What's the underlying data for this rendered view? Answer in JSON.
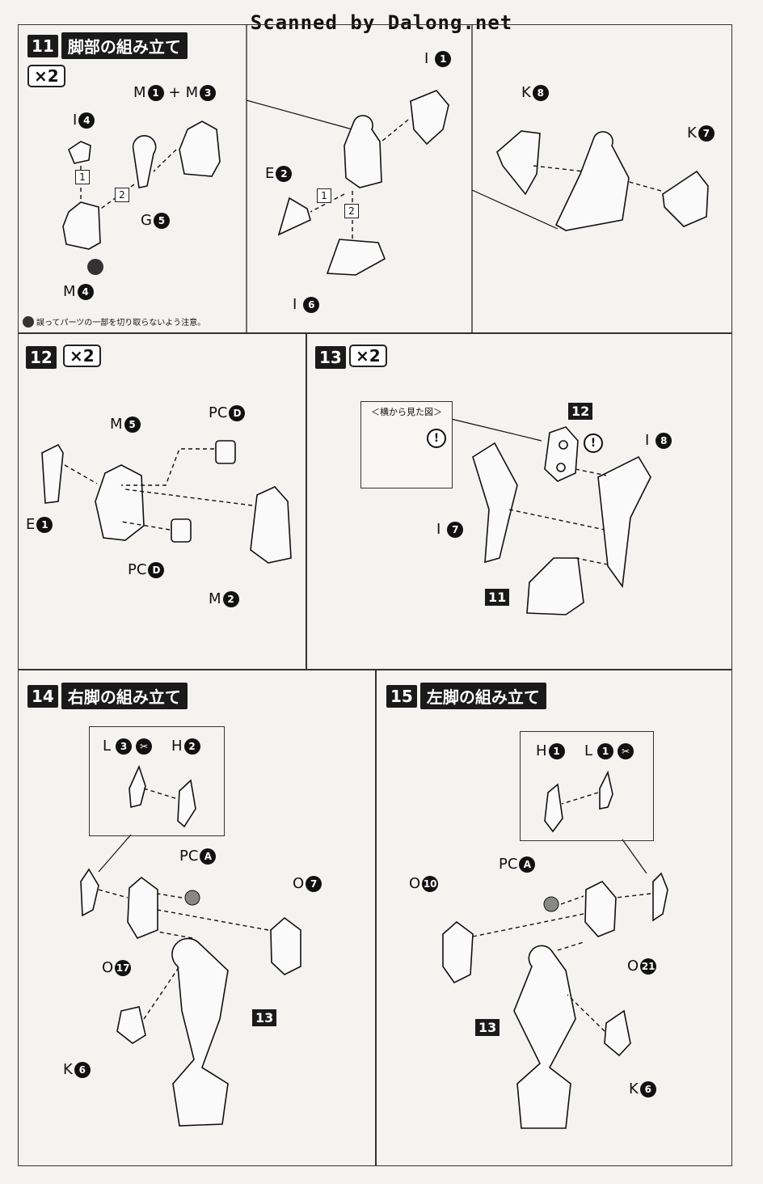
{
  "watermark": "Scanned by Dalong.net",
  "step11": {
    "num": "11",
    "title": "脚部の組み立て",
    "qty": "×2",
    "labels": {
      "i4": "I",
      "i4n": "4",
      "m1": "M",
      "m1n": "1",
      "plus": "+",
      "m3": "M",
      "m3n": "3",
      "g5": "G",
      "g5n": "5",
      "m4": "M",
      "m4n": "4",
      "i1": "I",
      "i1n": "1",
      "e2": "E",
      "e2n": "2",
      "i6": "I",
      "i6n": "6",
      "k8": "K",
      "k8n": "8",
      "k7": "K",
      "k7n": "7",
      "s1a": "1",
      "s2a": "2",
      "s1b": "1",
      "s2b": "2"
    },
    "note": "誤ってパーツの一部を切り取らないよう注意。"
  },
  "step12": {
    "num": "12",
    "qty": "×2",
    "labels": {
      "m5": "M",
      "m5n": "5",
      "pcd1": "PC",
      "pcd1n": "D",
      "e1": "E",
      "e1n": "1",
      "pcd2": "PC",
      "pcd2n": "D",
      "m2": "M",
      "m2n": "2"
    }
  },
  "step13": {
    "num": "13",
    "qty": "×2",
    "side_view": "＜横から見た図＞",
    "labels": {
      "ref12": "12",
      "i8": "I",
      "i8n": "8",
      "i7": "I",
      "i7n": "7",
      "ref11": "11",
      "warn": "!"
    }
  },
  "step14": {
    "num": "14",
    "title": "右脚の組み立て",
    "labels": {
      "l3": "L",
      "l3n": "3",
      "h2": "H",
      "h2n": "2",
      "pca": "PC",
      "pcan": "A",
      "o7": "O",
      "o7n": "7",
      "o17": "O",
      "o17n": "17",
      "ref13": "13",
      "k6": "K",
      "k6n": "6"
    }
  },
  "step15": {
    "num": "15",
    "title": "左脚の組み立て",
    "labels": {
      "h1": "H",
      "h1n": "1",
      "l1": "L",
      "l1n": "1",
      "pca": "PC",
      "pcan": "A",
      "o10": "O",
      "o10n": "10",
      "o21": "O",
      "o21n": "21",
      "ref13": "13",
      "k6": "K",
      "k6n": "6"
    }
  }
}
